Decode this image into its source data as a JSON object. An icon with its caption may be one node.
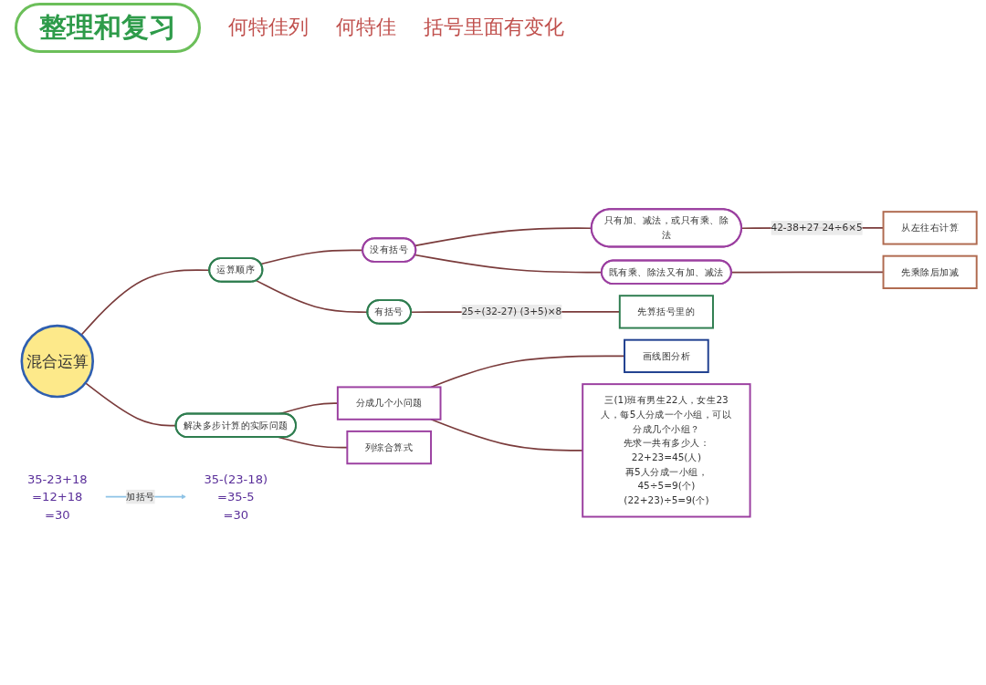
{
  "diagram": {
    "title": "整理和复习",
    "nodes": [
      {
        "text": [
          "混合运算"
        ]
      },
      {
        "text": [
          "运算顺序"
        ]
      },
      {
        "text": [
          "没有括号"
        ]
      },
      {
        "text": [
          "只有加、减法，或只有乘、除法"
        ]
      },
      {
        "text": [
          "从左往右计算"
        ]
      },
      {
        "text": [
          "既有乘、除法又有加、减法"
        ]
      },
      {
        "text": [
          "先乘除后加减"
        ]
      },
      {
        "text": [
          "有括号"
        ]
      },
      {
        "text": [
          "先算括号里的"
        ]
      },
      {
        "text": [
          "解决多步计算的实际问题"
        ]
      },
      {
        "text": [
          "分成几个小问题"
        ]
      },
      {
        "text": [
          "画线图分析"
        ]
      },
      {
        "text": [
          "列综合算式"
        ]
      },
      {
        "text": [
          "三(1)班有男生22人，女生23人，每5人分成一个小组，可以分成几个小组？",
          "先求一共有多少人：22+23=45(人)",
          "再5人分成一小组，45÷5=9(个)",
          "(22+23)÷5=9(个)"
        ]
      },
      {
        "text": [
          "35-23+18",
          "=12+18",
          "=30"
        ]
      },
      {
        "text": [
          "35-(23-18)",
          "=35-5",
          "=30"
        ]
      }
    ],
    "edges": [
      {
        "from": 0,
        "to": 1,
        "arrow": "none"
      },
      {
        "from": 0,
        "to": 9,
        "arrow": "none"
      },
      {
        "from": 1,
        "to": 2,
        "arrow": "none"
      },
      {
        "from": 1,
        "to": 7,
        "arrow": "none"
      },
      {
        "from": 2,
        "to": 3,
        "arrow": "none"
      },
      {
        "from": 2,
        "to": 5,
        "arrow": "none"
      },
      {
        "from": 3,
        "to": 4,
        "arrow": "none",
        "label": "42-38+27 24÷6×5"
      },
      {
        "from": 5,
        "to": 6,
        "arrow": "none"
      },
      {
        "from": 7,
        "to": 8,
        "arrow": "none",
        "label": "25÷(32-27) (3+5)×8"
      },
      {
        "from": 9,
        "to": 10,
        "arrow": "none"
      },
      {
        "from": 9,
        "to": 12,
        "arrow": "none"
      },
      {
        "from": 10,
        "to": 11,
        "arrow": "none"
      },
      {
        "from": 10,
        "to": 13,
        "arrow": "none"
      },
      {
        "from": 14,
        "to": 15,
        "arrow": "to",
        "label": "加括号",
        "color": "#8ec3e6"
      }
    ],
    "labels": [
      "何特佳列",
      "何特佳",
      "括号里面有变化"
    ]
  }
}
